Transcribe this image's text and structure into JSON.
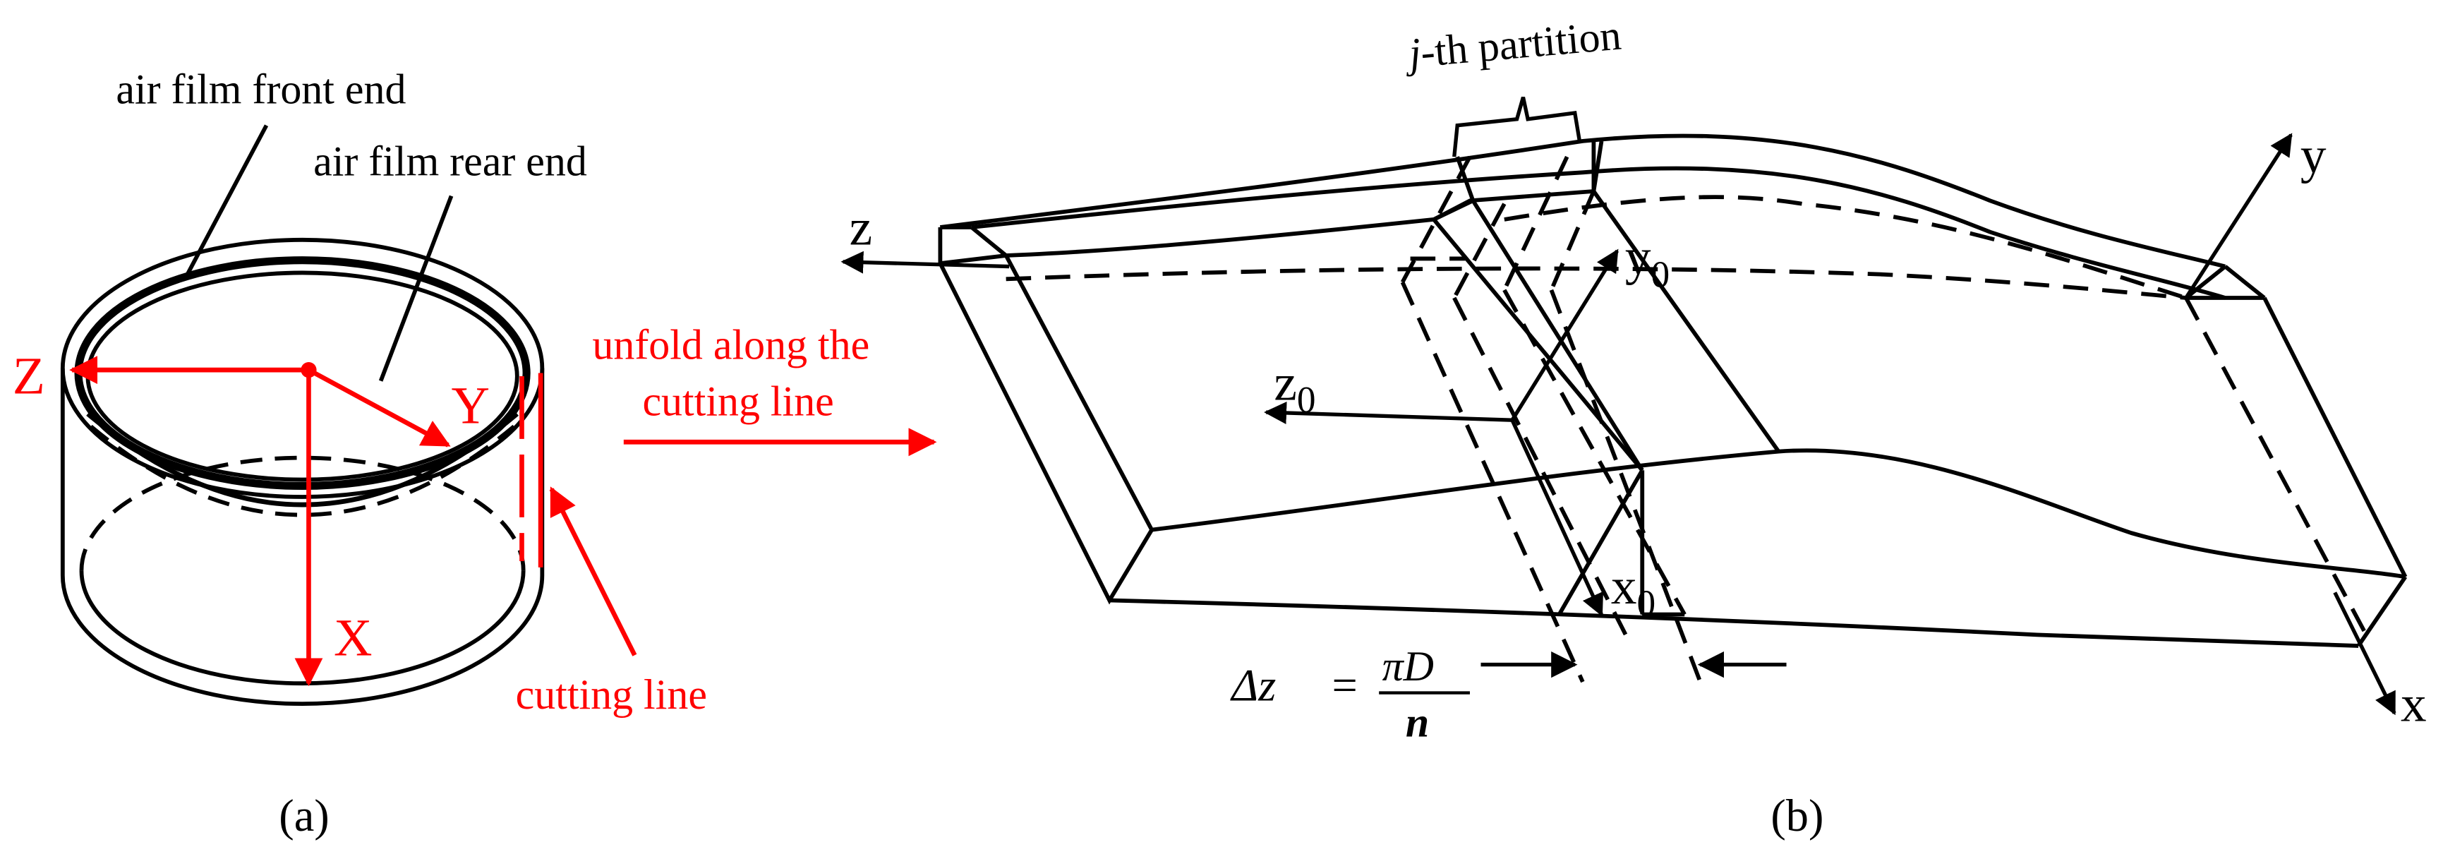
{
  "panel_a": {
    "caption": "(a)",
    "front_end_label": "air film front end",
    "rear_end_label": "air film rear end",
    "axis_z": "Z",
    "axis_y": "Y",
    "axis_x": "X",
    "cutting_line_label": "cutting line"
  },
  "transition": {
    "line1": "unfold along the",
    "line2": "cutting line"
  },
  "panel_b": {
    "caption": "(b)",
    "partition_j": "j",
    "partition_rest": "-th partition",
    "axis_z": "z",
    "axis_y": "y",
    "axis_x": "x",
    "axis_z0": "z",
    "axis_y0": "y",
    "axis_x0": "x",
    "subscript_0": "0",
    "dz_lhs": "Δz",
    "dz_eq": "=",
    "dz_num": "πD",
    "dz_den": "n"
  },
  "colors": {
    "line": "#000000",
    "accent": "#ff0000"
  }
}
